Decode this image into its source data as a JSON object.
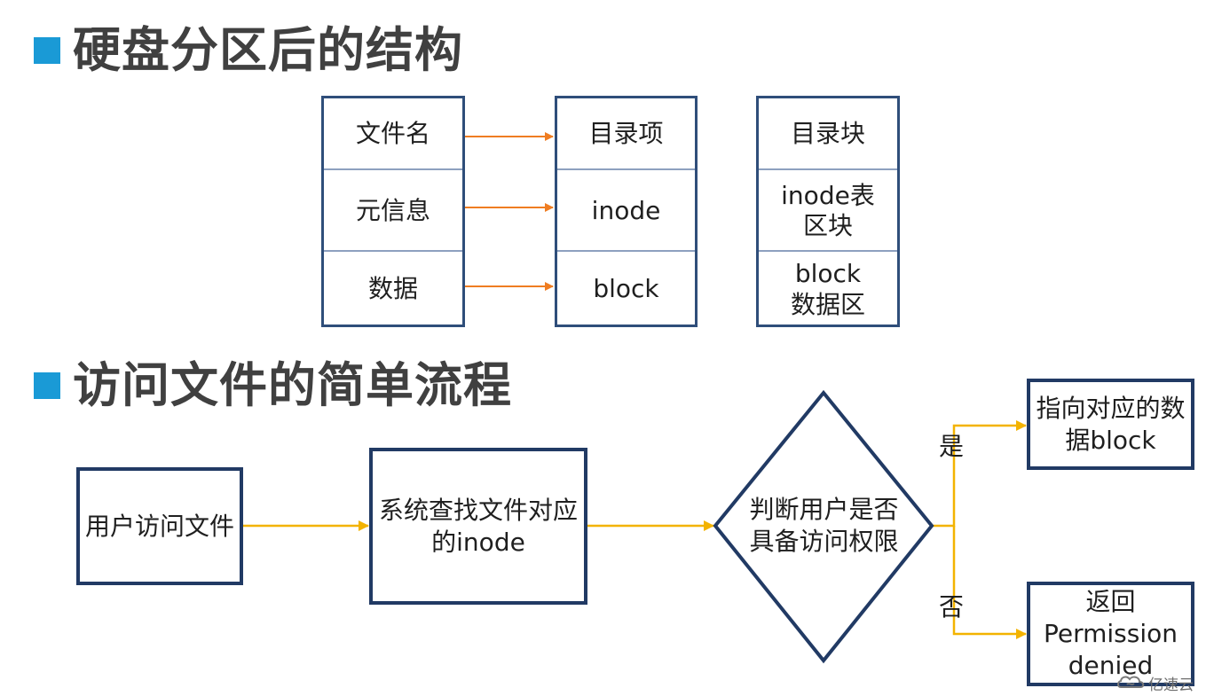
{
  "sections": {
    "partition_title": "硬盘分区后的结构",
    "flow_title": "访问文件的简单流程"
  },
  "structure": {
    "file_column": [
      "文件名",
      "元信息",
      "数据"
    ],
    "entry_column": [
      "目录项",
      "inode",
      "block"
    ],
    "block_column": [
      "目录块",
      "inode表\n区块",
      "block\n数据区"
    ]
  },
  "flow": {
    "user_access": "用户访问文件",
    "system_lookup": "系统查找文件对应\n的inode",
    "permission_check": "判断用户是否\n具备访问权限",
    "yes_label": "是",
    "no_label": "否",
    "yes_result": "指向对应的数\n据block",
    "no_result": "返回\nPermission\ndenied"
  },
  "watermark": {
    "text": "亿速云",
    "icon": "cloud-icon"
  },
  "colors": {
    "title_marker": "#1a9ad6",
    "title_text": "#404040",
    "box_border": "#2f4e7a",
    "flow_border": "#213a64",
    "structure_arrow": "#ef7d22",
    "flow_arrow": "#f3b300"
  }
}
